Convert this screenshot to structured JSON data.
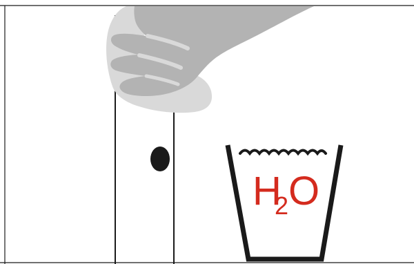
{
  "formula": {
    "element": "H",
    "subscript": "2",
    "element2": "O",
    "color": "#d42b1e"
  },
  "colors": {
    "line": "#1a1a1a",
    "glove": "#b3b3b3",
    "glove_dark": "#a6a6a6",
    "cloth": "#d9d9d9",
    "background": "#ffffff"
  },
  "icons": {
    "hand": "gloved-hand-icon",
    "cloth": "cleaning-cloth-icon",
    "cup": "water-cup-icon",
    "knob": "door-knob-icon"
  }
}
